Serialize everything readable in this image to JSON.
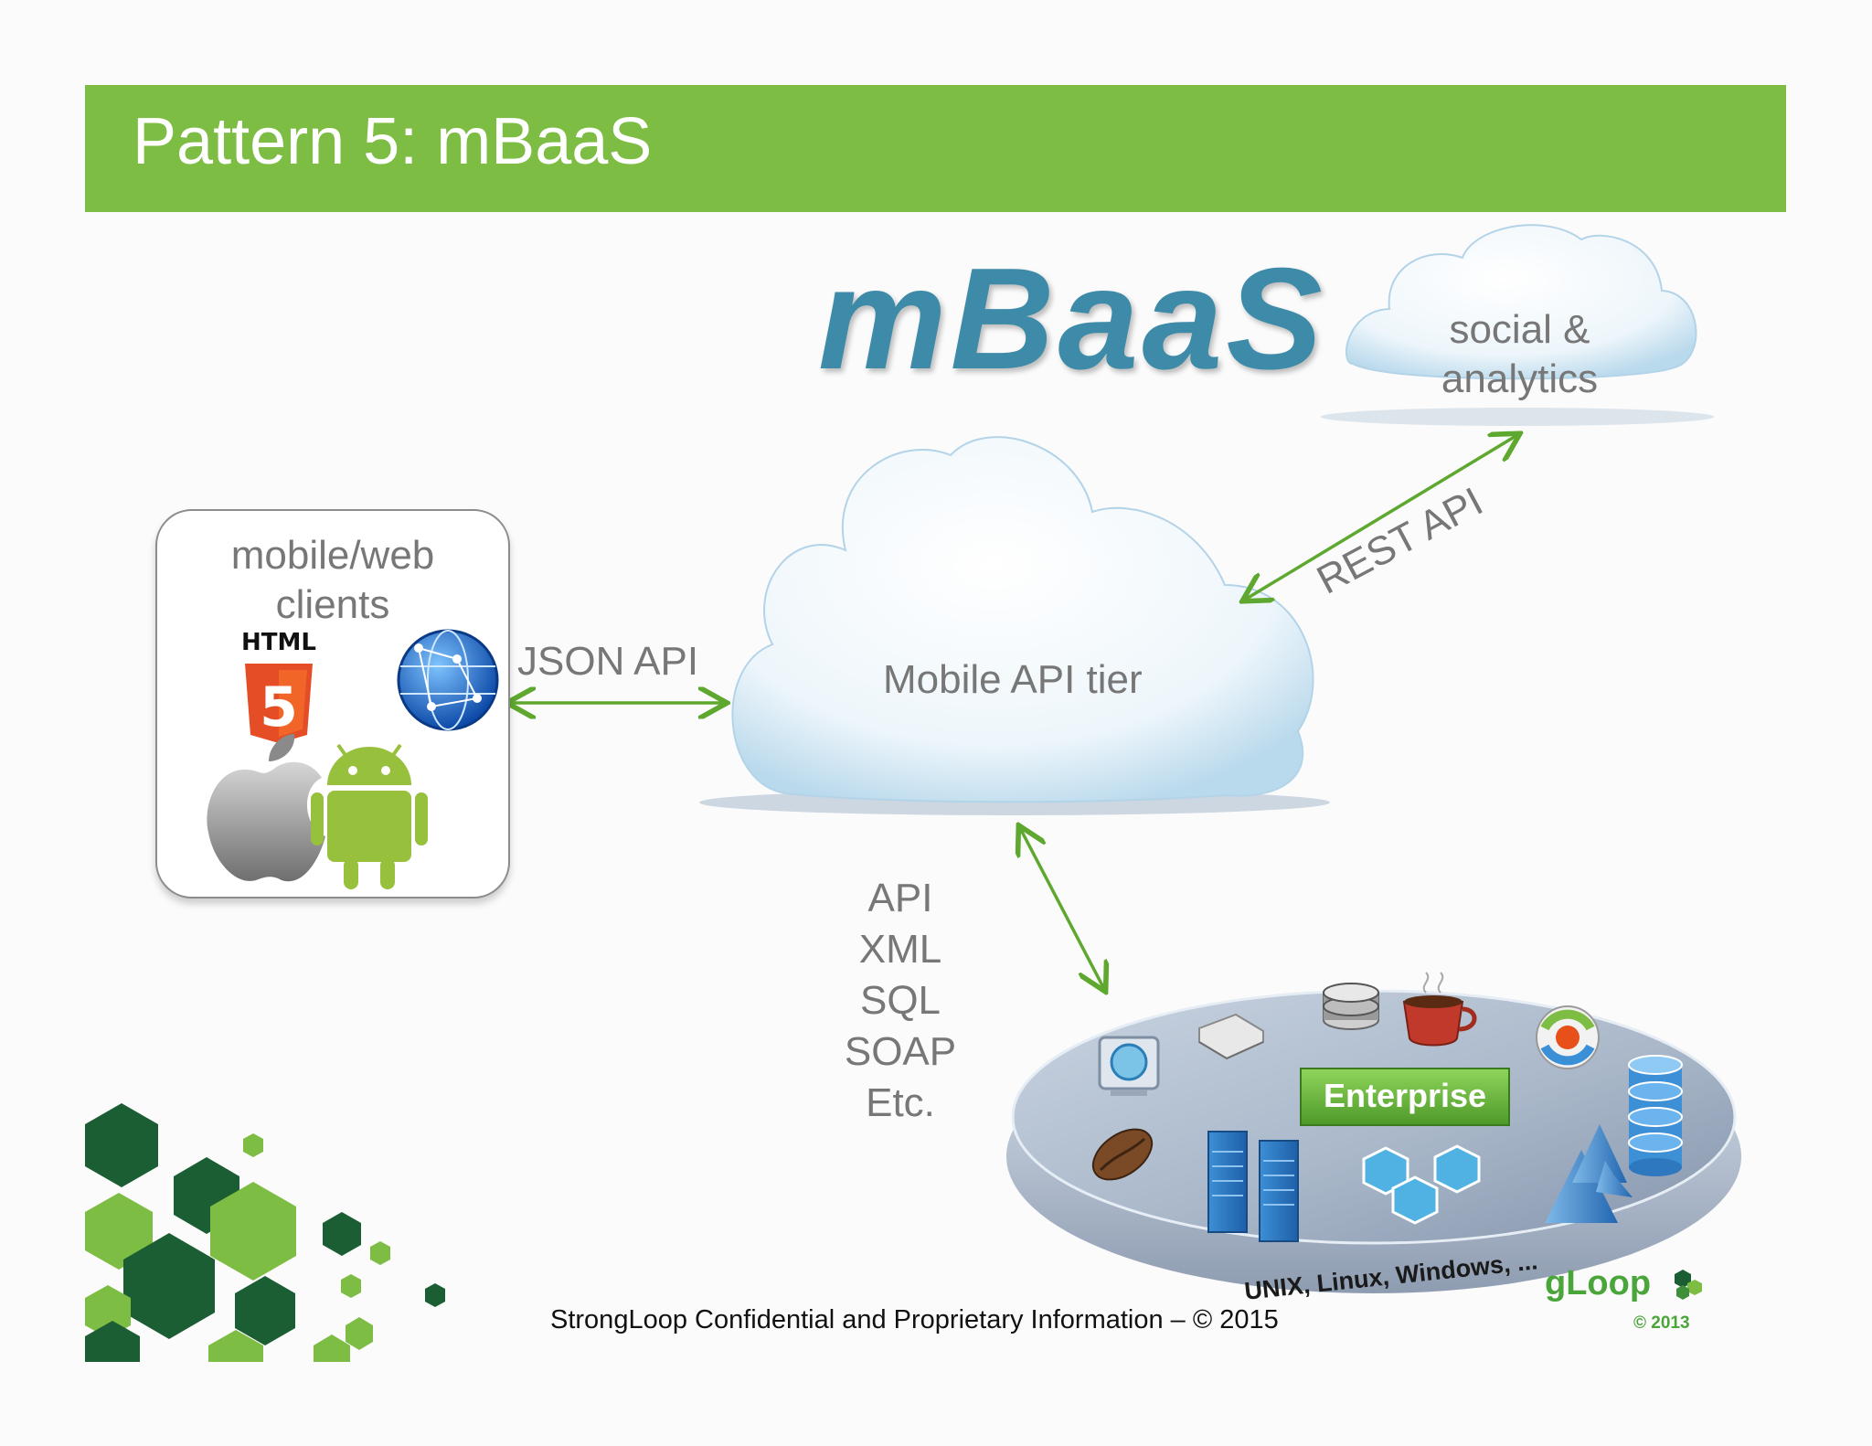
{
  "slide": {
    "title": "Pattern 5: mBaaS",
    "heading": "mBaaS",
    "footer": "StrongLoop Confidential and Proprietary Information – © 2015"
  },
  "clients": {
    "title_line1": "mobile/web",
    "title_line2": "clients",
    "html_label": "HTML",
    "html_number": "5"
  },
  "connections": {
    "json_api": "JSON API",
    "rest_api": "REST API",
    "protocols": [
      "API",
      "XML",
      "SQL",
      "SOAP",
      "Etc."
    ]
  },
  "mobile_tier": {
    "label": "Mobile API tier"
  },
  "social": {
    "line1": "social &",
    "line2": "analytics"
  },
  "enterprise": {
    "label": "Enterprise",
    "platforms": "UNIX, Linux, Windows, ...",
    "logo": "gLoop",
    "copyright": "© 2013"
  },
  "colors": {
    "title_bar": "#7dbd44",
    "heading": "#3d8ba8",
    "arrow": "#5fa82f",
    "text_gray": "#777777",
    "hex_dark": "#1b5e34",
    "hex_light": "#7dbd44"
  },
  "icons": [
    "html5-icon",
    "globe-icon",
    "apple-icon",
    "android-icon",
    "monitor-icon",
    "router-icon",
    "database-icon",
    "coffee-cup-icon",
    "java-bean-icon",
    "server-rack-icon",
    "cubes-icon",
    "cones-icon",
    "disk-stack-icon",
    "ring-icon"
  ]
}
